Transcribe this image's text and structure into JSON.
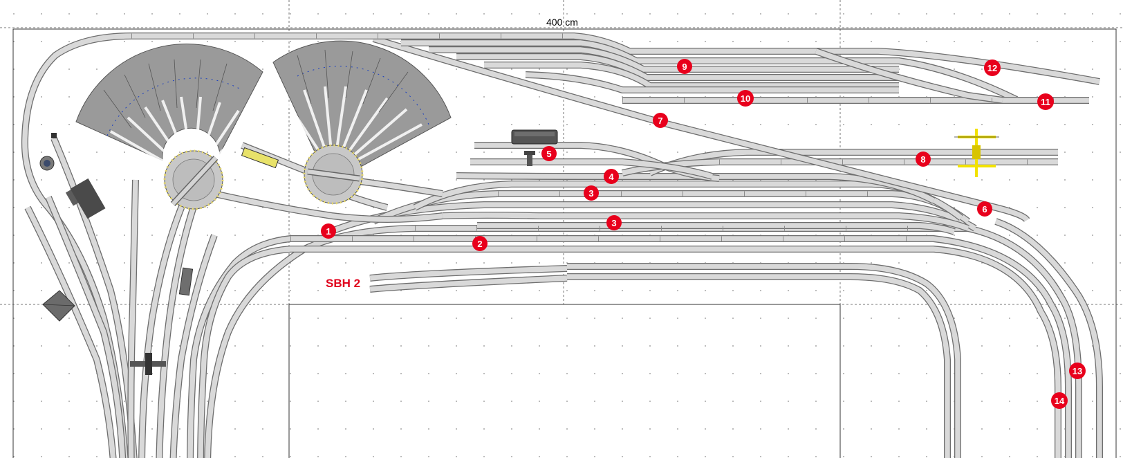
{
  "plan": {
    "dimension_label": "400 cm",
    "staging_label": "SBH 2"
  },
  "markers": [
    "1",
    "2",
    "3",
    "3",
    "4",
    "5",
    "6",
    "7",
    "8",
    "9",
    "10",
    "11",
    "12",
    "13",
    "14"
  ],
  "colors": {
    "marker_fill": "#e8001c",
    "track_rail": "#6e6e6e",
    "track_bed": "#d9d9d9",
    "turntable": "#c8c8c8",
    "roundhouse": "#9a9a9a",
    "accent_yellow": "#f2e200"
  }
}
